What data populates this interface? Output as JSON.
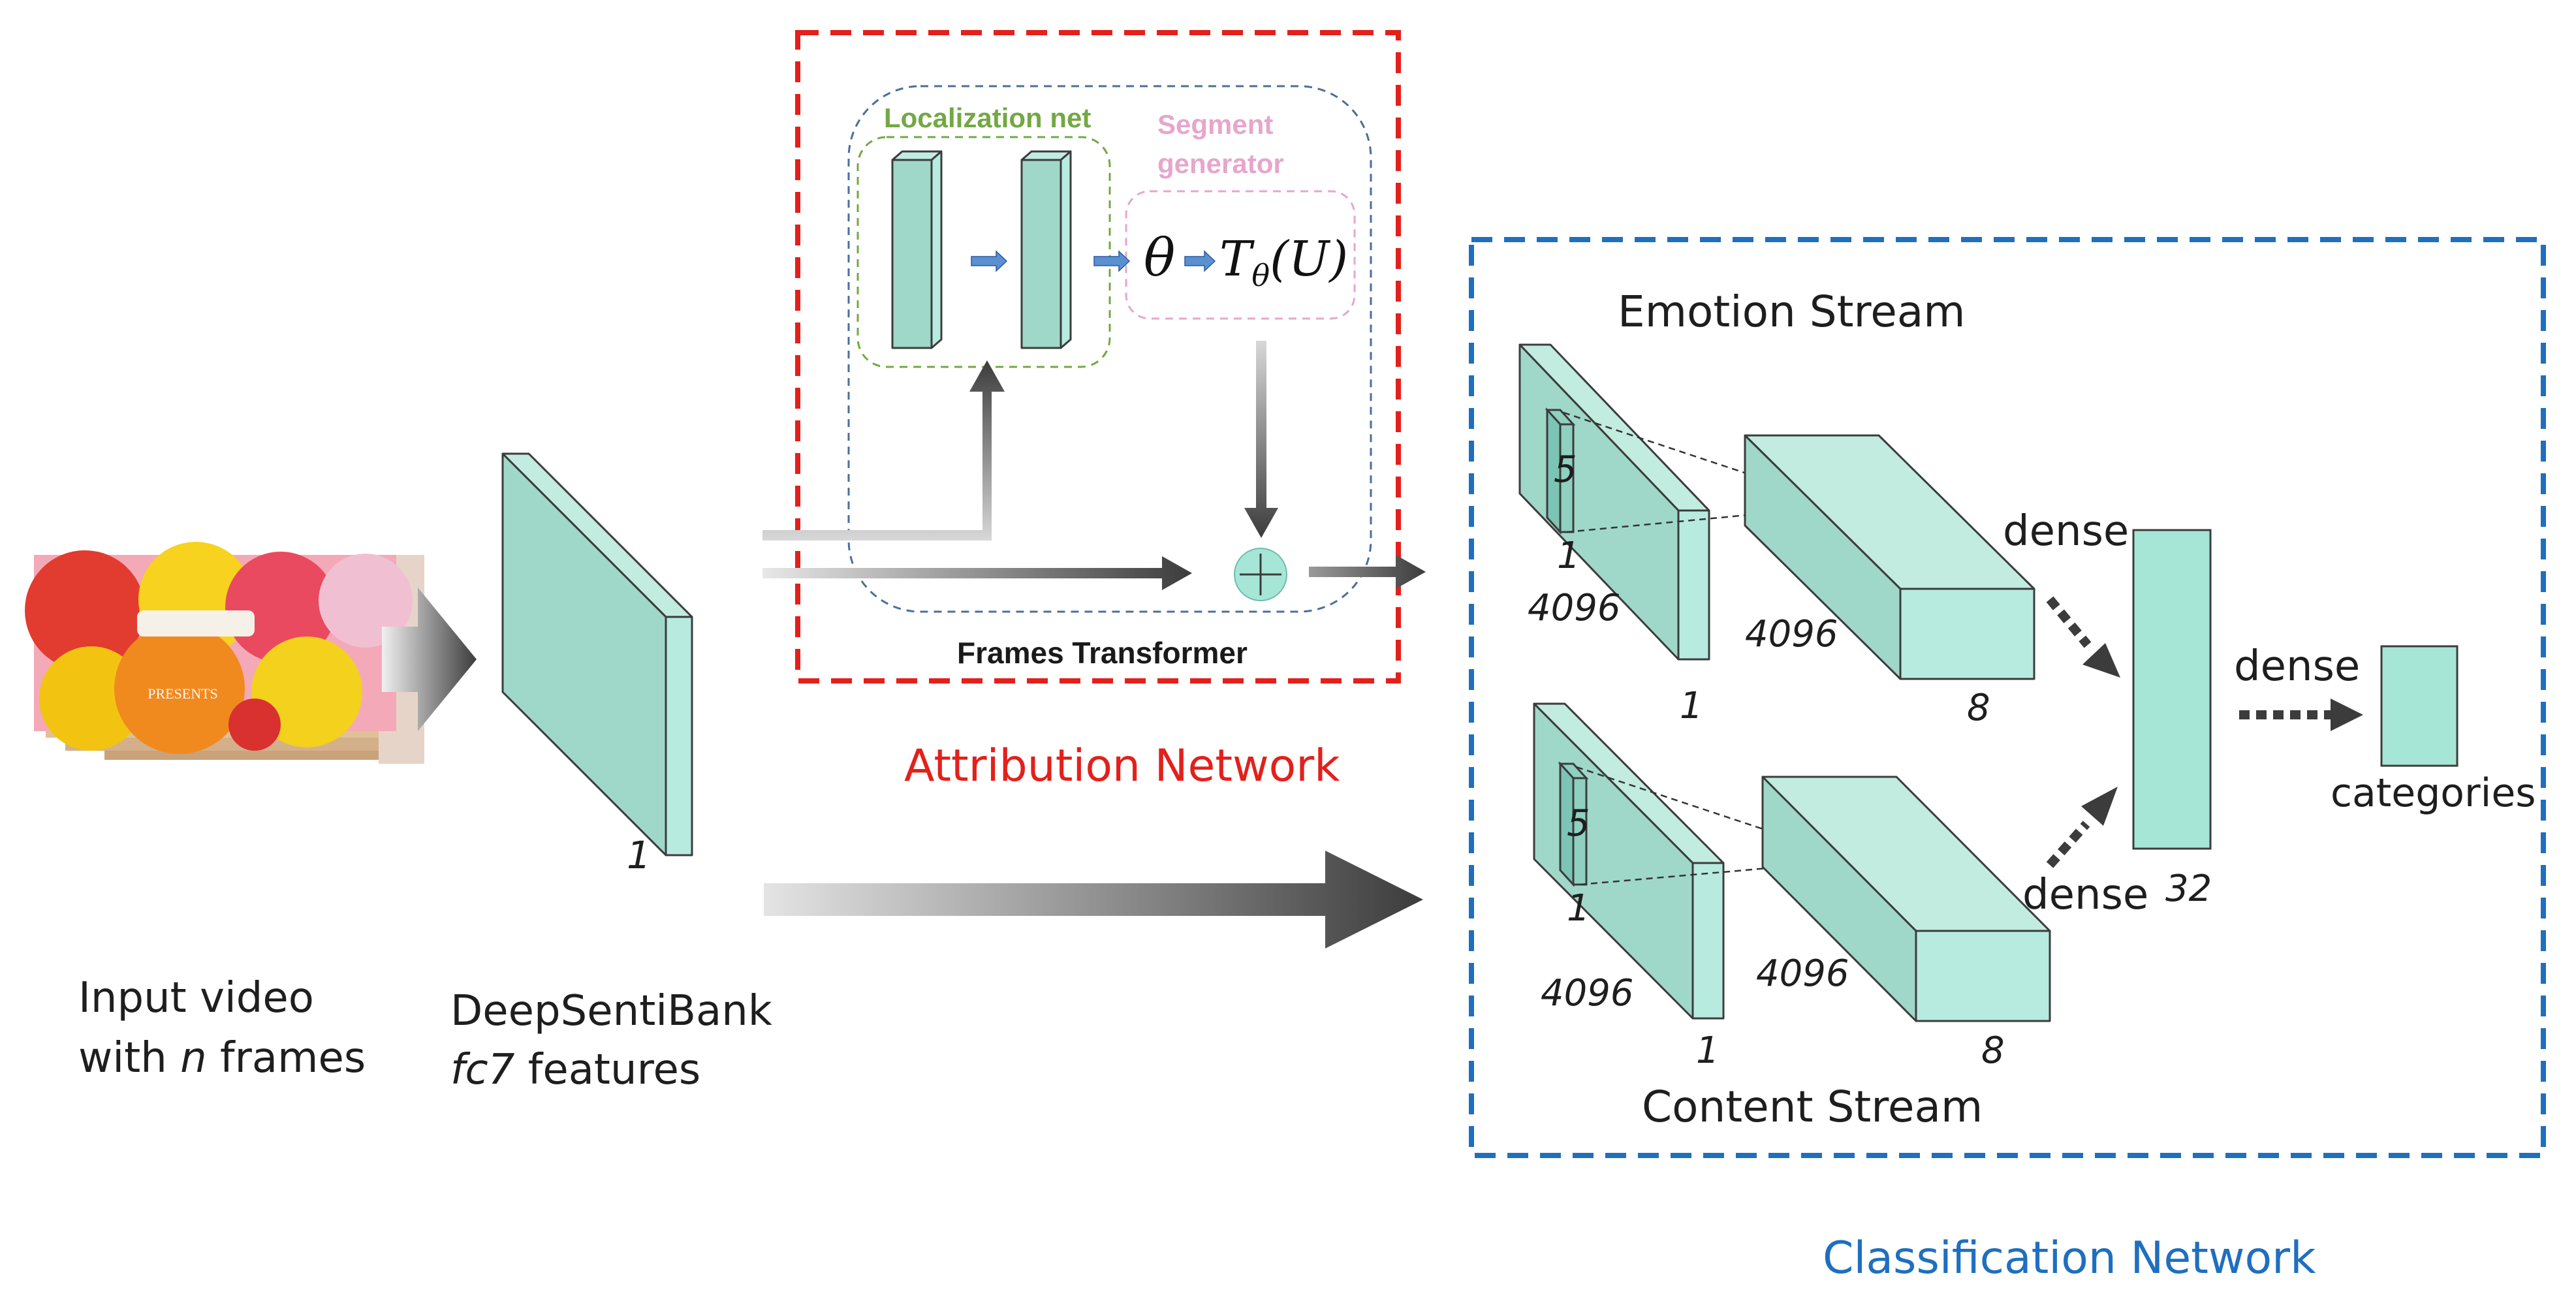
{
  "colors": {
    "block_front": "#9fd8c9",
    "block_top": "#c2ece0",
    "block_side": "#b8ebe0",
    "block_edge": "#3c3c3c",
    "attribution_red": "#e3201b",
    "classification_blue": "#1f6fbf",
    "localization_green": "#73a844",
    "segment_pink": "#e6a6cc",
    "transformer_blue": "#4a6f9a",
    "arrow_dark": "#3c3c3c"
  },
  "input": {
    "line1": "Input video",
    "line2_prefix": "with ",
    "line2_var": "n",
    "line2_suffix": " frames",
    "thumb_caption": "PRESENTS"
  },
  "deepsentibank": {
    "line1": "DeepSentiBank",
    "line2_var": "fc7",
    "line2_suffix": " features",
    "dim_label": "1"
  },
  "attribution": {
    "title": "Attribution Network",
    "localization_label": "Localization net",
    "segment_label_1": "Segment",
    "segment_label_2": "generator",
    "theta": "θ",
    "transform_T": "T",
    "transform_sub": "θ",
    "transform_arg": "(U)",
    "frames_transformer": "Frames Transformer",
    "sum_symbol": "⊕"
  },
  "classification": {
    "title": "Classification Network",
    "emotion_stream": "Emotion Stream",
    "content_stream": "Content Stream",
    "emotion_dims": {
      "kernel": "5",
      "kernel_w": "1",
      "depth": "4096",
      "width": "1",
      "out_depth": "4096",
      "out_width": "8"
    },
    "content_dims": {
      "kernel": "5",
      "kernel_w": "1",
      "depth": "4096",
      "width": "1",
      "out_depth": "4096",
      "out_width": "8"
    },
    "dense_top": "dense",
    "dense_bottom": "dense",
    "dense_right": "dense",
    "fc_size": "32",
    "categories": "categories"
  }
}
